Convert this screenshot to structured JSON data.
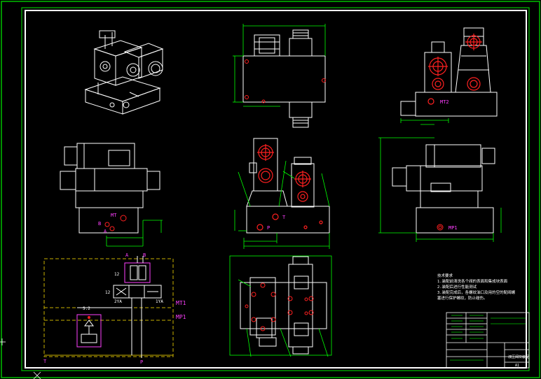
{
  "colors": {
    "background": "#000000",
    "border": "#00c000",
    "outline": "#ffffff",
    "dimension": "#00ff00",
    "port": "#ff2020",
    "label": "#ff40ff",
    "schematic_frame": "#c8b000",
    "text": "#ffffff"
  },
  "ports": {
    "mt2_top_right": "MT2",
    "mt_left": "MT",
    "a_left": "A",
    "b_left": "B",
    "t_mid": "T",
    "p_mid": "P",
    "mp1_right": "MP1"
  },
  "schematic": {
    "port_a": "A",
    "port_b": "B",
    "label_12_top": "12",
    "label_12_mid": "12",
    "label_2ya": "2YA",
    "label_1ya": "1YA",
    "label_s2": "S.2",
    "mt1": "MT1",
    "mp1": "MP1",
    "port_t": "T",
    "port_p": "P"
  },
  "notes": {
    "title": "技术要求",
    "lines": [
      "1.装配前清洗各个阀的表面和集成块表面",
      "2.装配后进行性能测试",
      "3.装配完成后，各螺纹油口及用的空的配阀螺",
      "塞进行保护螺纹，防止碰伤。"
    ]
  },
  "title_block": {
    "name": "液压阀块装配",
    "code": "A1"
  }
}
